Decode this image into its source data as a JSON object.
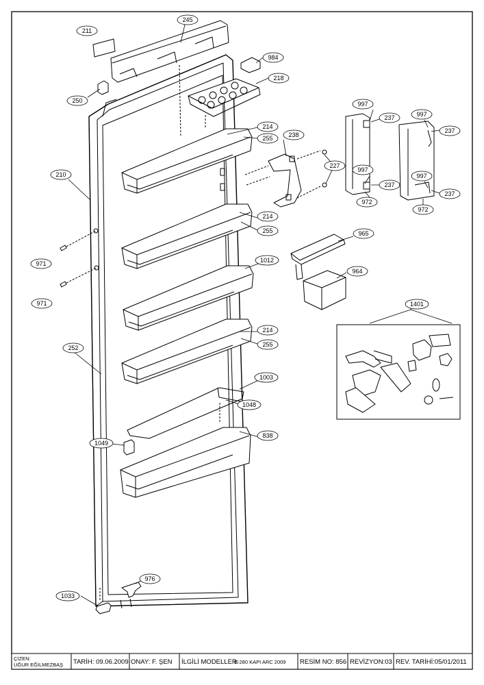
{
  "title_block": {
    "cizen_label": "ÇİZEN:",
    "cizen_name": "UĞUR EĞİLMEZBAŞ",
    "tarih": "TARİH: 09.06.2009",
    "onay": "ONAY: F. ŞEN",
    "modeller_label": "İLGİLİ MODELLER:",
    "modeller_value": "B-280 KAPI ARC 2009",
    "resim_no": "RESİM NO: 856",
    "revizyon": "REVİZYON:03",
    "rev_tarihi": "REV. TARİHİ:05/01/2011"
  },
  "callouts": [
    {
      "id": "c211",
      "label": "211"
    },
    {
      "id": "c245",
      "label": "245"
    },
    {
      "id": "c984",
      "label": "984"
    },
    {
      "id": "c250",
      "label": "250"
    },
    {
      "id": "c218",
      "label": "218"
    },
    {
      "id": "c214a",
      "label": "214"
    },
    {
      "id": "c255a",
      "label": "255"
    },
    {
      "id": "c238",
      "label": "238"
    },
    {
      "id": "c227",
      "label": "227"
    },
    {
      "id": "c997a",
      "label": "997"
    },
    {
      "id": "c237a",
      "label": "237"
    },
    {
      "id": "c997b",
      "label": "997"
    },
    {
      "id": "c237b",
      "label": "237"
    },
    {
      "id": "c997c",
      "label": "997"
    },
    {
      "id": "c237c",
      "label": "237"
    },
    {
      "id": "c997d",
      "label": "997"
    },
    {
      "id": "c237d",
      "label": "237"
    },
    {
      "id": "c972a",
      "label": "972"
    },
    {
      "id": "c972b",
      "label": "972"
    },
    {
      "id": "c210",
      "label": "210"
    },
    {
      "id": "c214b",
      "label": "214"
    },
    {
      "id": "c255b",
      "label": "255"
    },
    {
      "id": "c965",
      "label": "965"
    },
    {
      "id": "c971a",
      "label": "971"
    },
    {
      "id": "c1012",
      "label": "1012"
    },
    {
      "id": "c964",
      "label": "964"
    },
    {
      "id": "c971b",
      "label": "971"
    },
    {
      "id": "c1401",
      "label": "1401"
    },
    {
      "id": "c214c",
      "label": "214"
    },
    {
      "id": "c255c",
      "label": "255"
    },
    {
      "id": "c252",
      "label": "252"
    },
    {
      "id": "c1003",
      "label": "1003"
    },
    {
      "id": "c1048",
      "label": "1048"
    },
    {
      "id": "c838",
      "label": "838"
    },
    {
      "id": "c1049",
      "label": "1049"
    },
    {
      "id": "c976",
      "label": "976"
    },
    {
      "id": "c1033",
      "label": "1033"
    }
  ]
}
